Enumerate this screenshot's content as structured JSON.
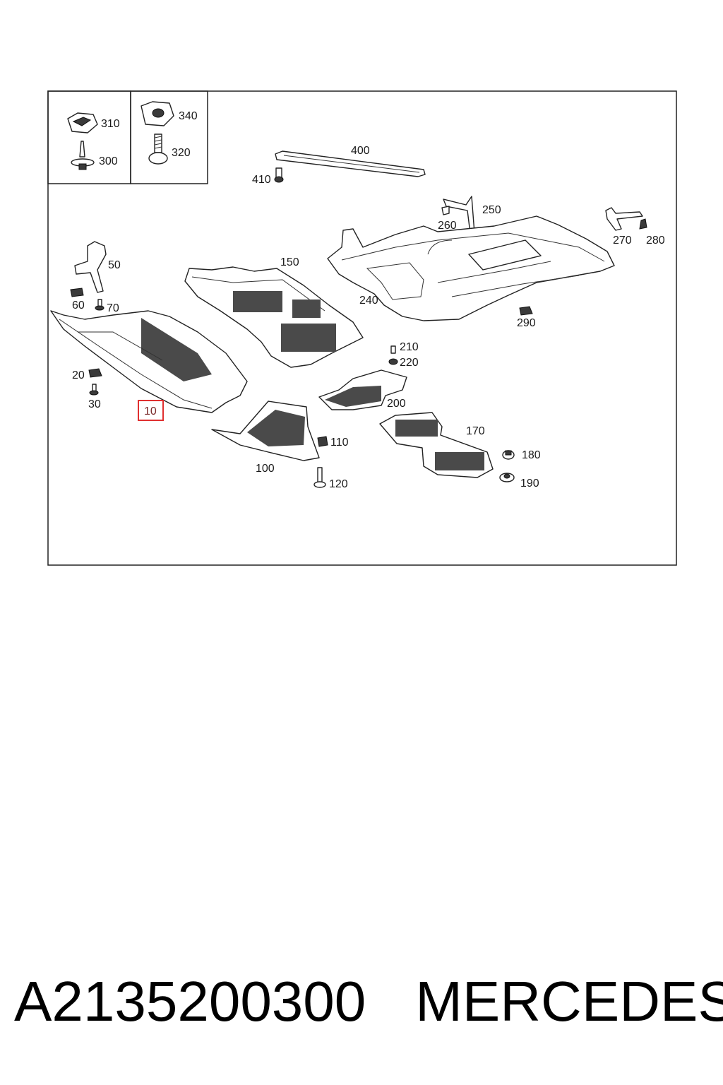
{
  "labels": {
    "l10": "10",
    "l20": "20",
    "l30": "30",
    "l50": "50",
    "l60": "60",
    "l70": "70",
    "l100": "100",
    "l110": "110",
    "l120": "120",
    "l150": "150",
    "l170": "170",
    "l180": "180",
    "l190": "190",
    "l200": "200",
    "l210": "210",
    "l220": "220",
    "l240": "240",
    "l250": "250",
    "l260": "260",
    "l270": "270",
    "l280": "280",
    "l290": "290",
    "l300": "300",
    "l310": "310",
    "l320": "320",
    "l340": "340",
    "l400": "400",
    "l410": "410"
  },
  "highlight_color": "#e03030",
  "caption": {
    "part_number": "A2135200300",
    "brand": "MERCEDES"
  }
}
